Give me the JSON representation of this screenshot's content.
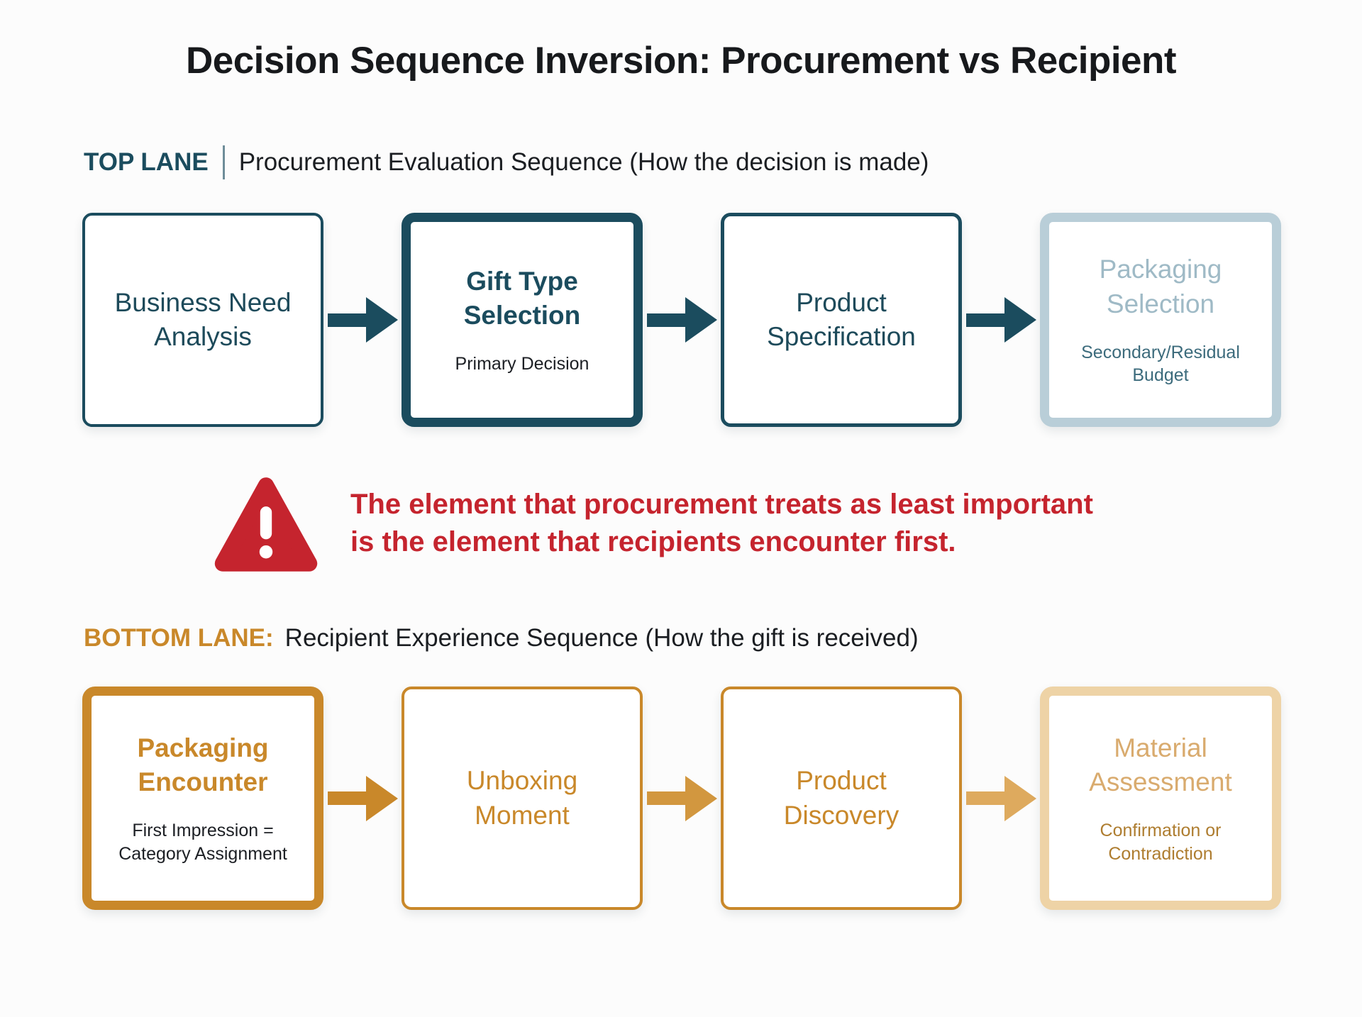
{
  "title": "Decision Sequence Inversion: Procurement vs Recipient",
  "top_lane": {
    "label": "TOP LANE",
    "description": "Procurement Evaluation Sequence (How the decision is made)",
    "boxes": [
      {
        "title": "Business Need Analysis",
        "subtitle": ""
      },
      {
        "title": "Gift Type Selection",
        "subtitle": "Primary Decision"
      },
      {
        "title": "Product Specification",
        "subtitle": ""
      },
      {
        "title": "Packaging Selection",
        "subtitle": "Secondary/Residual Budget"
      }
    ]
  },
  "warning": {
    "icon": "warning-triangle-icon",
    "line1": "The element that procurement treats as least important",
    "line2": "is the element that recipients encounter first."
  },
  "bottom_lane": {
    "label": "BOTTOM LANE:",
    "description": "Recipient Experience Sequence (How the gift is received)",
    "boxes": [
      {
        "title": "Packaging Encounter",
        "subtitle": "First Impression = Category Assignment"
      },
      {
        "title": "Unboxing Moment",
        "subtitle": ""
      },
      {
        "title": "Product Discovery",
        "subtitle": ""
      },
      {
        "title": "Material Assessment",
        "subtitle": "Confirmation or Contradiction"
      }
    ]
  },
  "colors": {
    "teal_dark": "#1b4c5e",
    "teal_text": "#1d4a5a",
    "muted_blue_border": "#b9ced8",
    "muted_blue_text": "#9fbac6",
    "teal_subtitle": "#3c6b7c",
    "red": "#c5242e",
    "orange": "#c9882a",
    "orange_mid": "#d2973f",
    "orange_arrow_light": "#deaa5e",
    "tan_border": "#eed3a6",
    "tan_text": "#d9ab6e",
    "brown_subtitle": "#ae7d30",
    "ink": "#17191c",
    "background": "#fcfcfc"
  }
}
